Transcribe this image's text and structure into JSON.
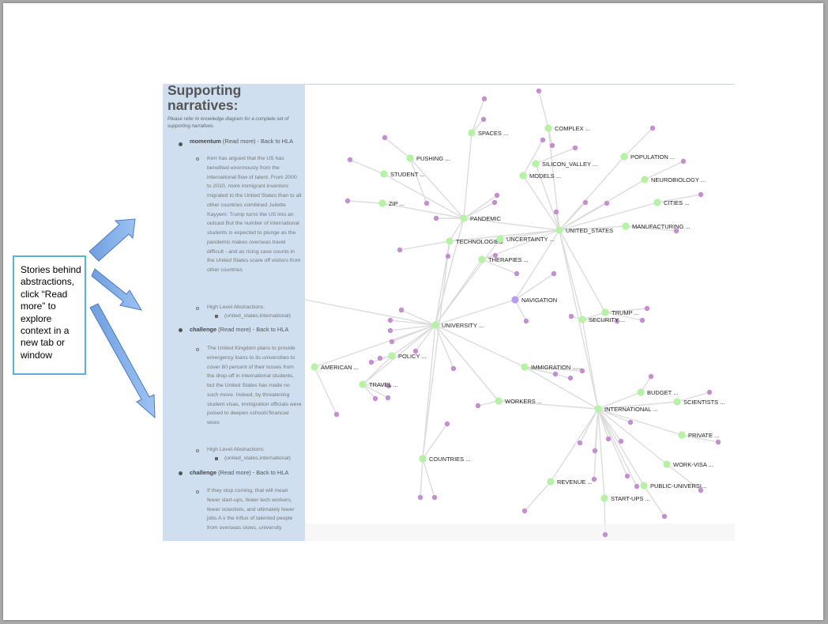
{
  "panel": {
    "title": "Supporting narratives:",
    "intro": "Please refer to knowledge diagram for a complete set of supporting narratives.",
    "items": [
      {
        "label": "momentum",
        "read_more": "(Read more)",
        "back": "- Back to HLA",
        "text": "Kerr has argued that the US has benefited enormously from the international flow of talent. From 2000 to 2010, more immigrant inventors migrated to the United States than to all other countries combined Juliette Kayyem: Trump turns the US into an outcast But the number of international students is expected to plunge as the pandemic makes overseas travel difficult - and as rising case counts in the United States scare off visitors from other countries",
        "hla_label": "High Level Abstractions:",
        "hla_value": "(united_states,international)"
      },
      {
        "label": "challenge",
        "read_more": "(Read more)",
        "back": "- Back to HLA",
        "text": "The United Kingdom plans to provide emergency loans to its universities to cover 80 percent of their losses from the drop-off in international students, but the United States has made no such move. Indeed, by threatening student visas, immigration officials were poised to deepen schools'financial woes",
        "hla_label": "High Level Abstractions:",
        "hla_value": "(united_states,international)"
      },
      {
        "label": "challenge",
        "read_more": "(Read more)",
        "back": "- Back to HLA",
        "text": "If they stop coming, that will mean fewer start-ups, fewer tech workers, fewer scientists, and ultimately fewer jobs A s the influx of talented people from overseas slows, university"
      }
    ]
  },
  "callout": {
    "text": "Stories behind abstractions, click “Read more” to explore context in a new tab or window"
  },
  "graph": {
    "colors": {
      "concept": "#b6f2a4",
      "leaf": "#c48fd0",
      "special": "#b69cf0",
      "edge": "#dcdcdc"
    },
    "nodes": [
      {
        "id": "spaces",
        "label": "SPACES ...",
        "kind": "concept"
      },
      {
        "id": "complex",
        "label": "COMPLEX ...",
        "kind": "concept"
      },
      {
        "id": "pushing",
        "label": "PUSHING ...",
        "kind": "concept"
      },
      {
        "id": "silicon_valley",
        "label": "SILICON_VALLEY ...",
        "kind": "concept"
      },
      {
        "id": "population",
        "label": "POPULATION ...",
        "kind": "concept"
      },
      {
        "id": "student",
        "label": "STUDENT ...",
        "kind": "concept"
      },
      {
        "id": "models",
        "label": "MODELS ...",
        "kind": "concept"
      },
      {
        "id": "neurobiology",
        "label": "NEUROBIOLOGY ...",
        "kind": "concept"
      },
      {
        "id": "zip",
        "label": "ZIP ...",
        "kind": "concept"
      },
      {
        "id": "cities",
        "label": "CITIES ...",
        "kind": "concept"
      },
      {
        "id": "pandemic",
        "label": "PANDEMIC",
        "kind": "concept"
      },
      {
        "id": "manufacturing",
        "label": "MANUFACTURING ...",
        "kind": "concept"
      },
      {
        "id": "united_states",
        "label": "UNITED_STATES",
        "kind": "concept"
      },
      {
        "id": "technologies",
        "label": "TECHNOLOGIES",
        "kind": "concept"
      },
      {
        "id": "uncertainty",
        "label": "UNCERTAINTY ...",
        "kind": "concept"
      },
      {
        "id": "therapies",
        "label": "THERAPIES ...",
        "kind": "concept"
      },
      {
        "id": "navigation",
        "label": "NAVIGATION",
        "kind": "special"
      },
      {
        "id": "trump",
        "label": "TRUMP ...",
        "kind": "concept"
      },
      {
        "id": "security",
        "label": "SECURITY ...",
        "kind": "concept"
      },
      {
        "id": "university",
        "label": "UNIVERSITY ...",
        "kind": "concept"
      },
      {
        "id": "policy",
        "label": "POLICY ...",
        "kind": "concept"
      },
      {
        "id": "american",
        "label": "AMERICAN ...",
        "kind": "concept"
      },
      {
        "id": "immigration",
        "label": "IMMIGRATION ......",
        "kind": "concept"
      },
      {
        "id": "travel",
        "label": "TRAVEL ...",
        "kind": "concept"
      },
      {
        "id": "budget",
        "label": "BUDGET ...",
        "kind": "concept"
      },
      {
        "id": "workers",
        "label": "WORKERS ...",
        "kind": "concept"
      },
      {
        "id": "scientists",
        "label": "SCIENTISTS ...",
        "kind": "concept"
      },
      {
        "id": "international",
        "label": "INTERNATIONAL ...",
        "kind": "concept"
      },
      {
        "id": "private",
        "label": "PRIVATE ...",
        "kind": "concept"
      },
      {
        "id": "countries",
        "label": "COUNTRIES ...",
        "kind": "concept"
      },
      {
        "id": "work_visa",
        "label": "WORK-VISA ...",
        "kind": "concept"
      },
      {
        "id": "revenue",
        "label": "REVENUE ...",
        "kind": "concept"
      },
      {
        "id": "public_universi",
        "label": "PUBLIC-UNIVERSI...",
        "kind": "concept"
      },
      {
        "id": "start_ups",
        "label": "START-UPS ...",
        "kind": "concept"
      }
    ],
    "edges": [
      [
        "spaces",
        "pandemic"
      ],
      [
        "complex",
        "united_states"
      ],
      [
        "pushing",
        "pandemic"
      ],
      [
        "silicon_valley",
        "united_states"
      ],
      [
        "population",
        "united_states"
      ],
      [
        "student",
        "pandemic"
      ],
      [
        "models",
        "united_states"
      ],
      [
        "neurobiology",
        "united_states"
      ],
      [
        "zip",
        "pandemic"
      ],
      [
        "cities",
        "united_states"
      ],
      [
        "manufacturing",
        "united_states"
      ],
      [
        "pandemic",
        "united_states"
      ],
      [
        "pandemic",
        "technologies"
      ],
      [
        "pandemic",
        "university"
      ],
      [
        "technologies",
        "united_states"
      ],
      [
        "technologies",
        "university"
      ],
      [
        "uncertainty",
        "united_states"
      ],
      [
        "uncertainty",
        "university"
      ],
      [
        "therapies",
        "united_states"
      ],
      [
        "therapies",
        "university"
      ],
      [
        "navigation",
        "united_states"
      ],
      [
        "navigation",
        "university"
      ],
      [
        "united_states",
        "trump"
      ],
      [
        "united_states",
        "security"
      ],
      [
        "united_states",
        "international"
      ],
      [
        "university",
        "policy"
      ],
      [
        "university",
        "american"
      ],
      [
        "university",
        "immigration"
      ],
      [
        "university",
        "travel"
      ],
      [
        "university",
        "workers"
      ],
      [
        "university",
        "countries"
      ],
      [
        "immigration",
        "international"
      ],
      [
        "workers",
        "international"
      ],
      [
        "trump",
        "security"
      ],
      [
        "security",
        "international"
      ],
      [
        "international",
        "budget"
      ],
      [
        "international",
        "scientists"
      ],
      [
        "international",
        "private"
      ],
      [
        "international",
        "work_visa"
      ],
      [
        "international",
        "revenue"
      ],
      [
        "international",
        "public_universi"
      ],
      [
        "international",
        "start_ups"
      ],
      [
        "university",
        "pandemic"
      ],
      [
        "countries",
        "technologies"
      ],
      [
        "travel",
        "policy"
      ]
    ],
    "leaf_count": 64
  }
}
